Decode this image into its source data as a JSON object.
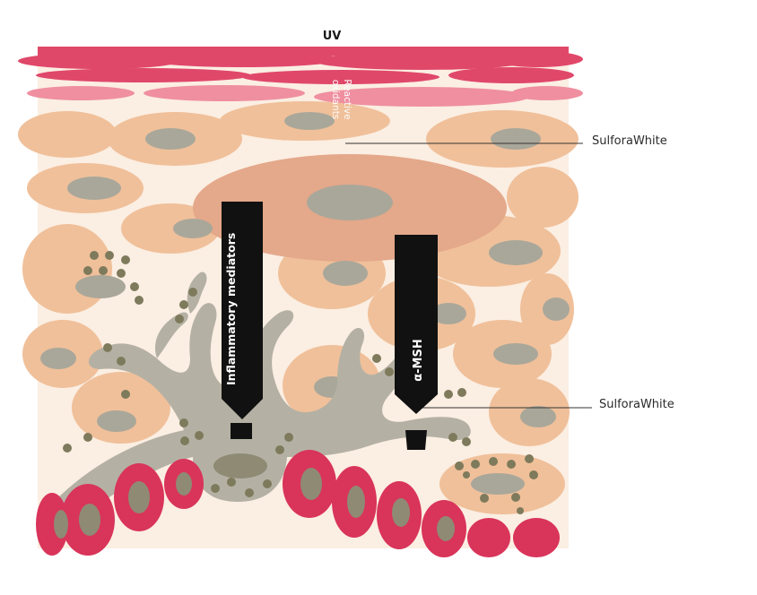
{
  "diagram": {
    "top_label": "UV",
    "ros_label": "Reactive oxidants",
    "callouts": [
      "SulforaWhite",
      "SulforaWhite"
    ],
    "arrows": {
      "inflammatory": "Inflammatory mediators",
      "msh": "α-MSH"
    }
  },
  "colors": {
    "stratum_corneum": "#e0486a",
    "stratum_corneum_light": "#ef8fa0",
    "background": "#fbeee2",
    "keratinocyte": "#f0c09a",
    "keratinocyte_large": "#e4a88a",
    "nucleus": "#a9a79a",
    "melanocyte": "#b4b1a4",
    "melanin": "#7e7a5c",
    "basal_cell": "#d9345a",
    "basal_nucleus": "#8f8a74",
    "arrow": "#111111"
  }
}
